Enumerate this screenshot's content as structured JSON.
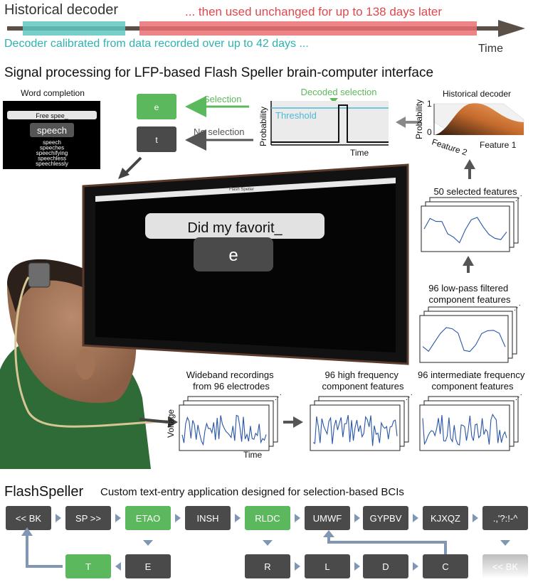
{
  "timeline": {
    "title": "Historical decoder",
    "later_text": "... then used unchanged for up to 138 days later",
    "calib_text": "Decoder calibrated from data recorded over up to 42 days ...",
    "axis_label": "Time"
  },
  "section_title": "Signal processing for LFP-based Flash Speller brain-computer interface",
  "word_completion": {
    "title": "Word completion",
    "typed": "Free spee_",
    "suggestion": "speech",
    "options": [
      "speech",
      "speeches",
      "speechifying",
      "speechless",
      "speechlessly"
    ]
  },
  "selection": {
    "selected_key": "e",
    "unselected_key": "t",
    "selection_label": "Selection",
    "no_selection_label": "No selection"
  },
  "decoded_plot": {
    "title": "Decoded selection",
    "threshold_label": "Threshold",
    "ylabel": "Probability",
    "xlabel": "Time"
  },
  "historical_decoder": {
    "title": "Historical decoder",
    "zlabel": "Probability",
    "z_tick_top": "1",
    "z_tick_bottom": "0",
    "x1_label": "Feature 2",
    "x2_label": "Feature 1"
  },
  "monitor": {
    "window_title": "Flash Speller",
    "text": "Did my favorit_",
    "flash_letter": "e"
  },
  "pipeline": {
    "selected": "50 selected features",
    "lowpass": "96 low-pass filtered\ncomponent features",
    "wideband": "Wideband recordings\nfrom 96 electrodes",
    "highfreq": "96 high frequency\ncomponent features",
    "intermediate": "96 intermediate frequency\ncomponent features",
    "voltage_label": "Voltage",
    "time_label": "Time"
  },
  "flashspeller": {
    "title": "FlashSpeller",
    "subtitle": "Custom text-entry application designed for selection-based BCIs",
    "top_row": [
      "<< BK",
      "SP >>",
      "ETAO",
      "INSH",
      "RLDC",
      "UMWF",
      "GYPBV",
      "KJXQZ",
      ".,'?:!-^"
    ],
    "bottom_row_left": [
      "T",
      "E"
    ],
    "bottom_row_right": [
      "R",
      "L",
      "D",
      "C"
    ],
    "fade_key": "<< BK"
  },
  "colors": {
    "teal": "#2fb3b0",
    "red": "#e0474c",
    "green": "#5cb85c",
    "key_gray": "#4a4a4a",
    "arrow_blue": "#7f97b3"
  }
}
